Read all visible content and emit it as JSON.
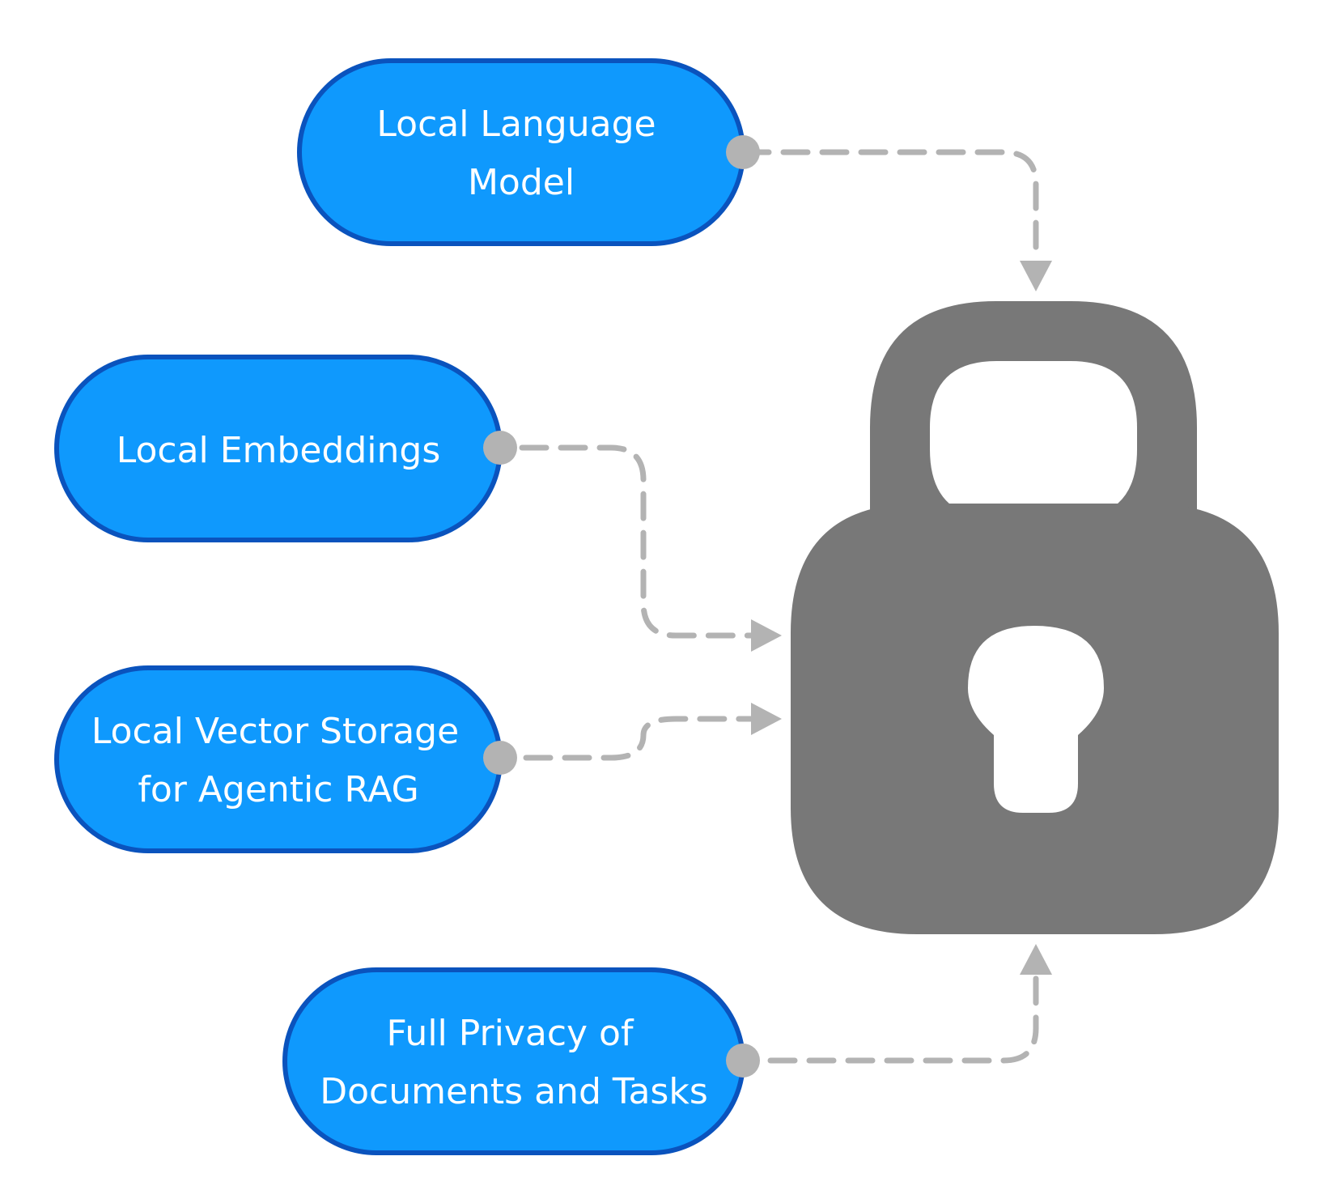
{
  "nodes": [
    {
      "id": "local-language-model",
      "lines": [
        "Local Language",
        "Model"
      ]
    },
    {
      "id": "local-embeddings",
      "lines": [
        "Local Embeddings"
      ]
    },
    {
      "id": "local-vector-storage",
      "lines": [
        "Local Vector Storage",
        "for Agentic RAG"
      ]
    },
    {
      "id": "full-privacy",
      "lines": [
        "Full Privacy of",
        "Documents and Tasks"
      ]
    }
  ],
  "center_icon": "padlock-icon",
  "edges": [
    {
      "from": "local-language-model",
      "to": "padlock-icon",
      "style": "dashed"
    },
    {
      "from": "local-embeddings",
      "to": "padlock-icon",
      "style": "dashed"
    },
    {
      "from": "local-vector-storage",
      "to": "padlock-icon",
      "style": "dashed"
    },
    {
      "from": "full-privacy",
      "to": "padlock-icon",
      "style": "dashed"
    }
  ],
  "colors": {
    "node_fill": "#0f99fd",
    "node_border": "#0a53bd",
    "node_text": "#ffffff",
    "connector": "#b3b3b3",
    "lock": "#787878"
  }
}
